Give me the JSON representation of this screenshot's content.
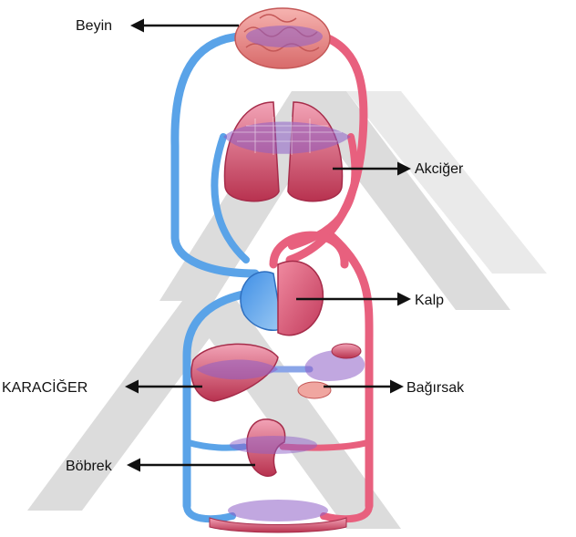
{
  "labels": {
    "brain": "Beyin",
    "lungs": "Akciğer",
    "heart": "Kalp",
    "liver": "KARACİĞER",
    "intestine": "Bağırsak",
    "kidney": "Böbrek"
  },
  "colors": {
    "artery": "#e8607e",
    "vein": "#5aa3e8",
    "organ": "#d64a73",
    "capillary": "#8e5fc7",
    "watermark": "#d6d6d6",
    "arrow": "#111111"
  }
}
